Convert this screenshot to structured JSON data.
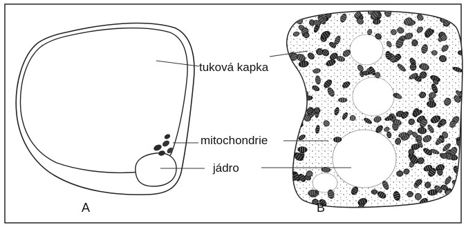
{
  "labels": {
    "fat_droplet": "tuková kapka",
    "mitochondria": "mitochondrie",
    "nucleus": "jádro"
  },
  "panels": {
    "left": "A",
    "right": "B"
  },
  "colors": {
    "ink": "#111111",
    "frame": "#222222",
    "background": "#ffffff"
  }
}
